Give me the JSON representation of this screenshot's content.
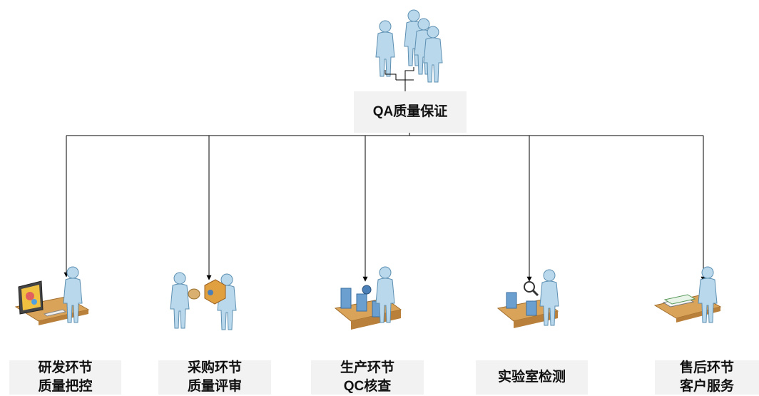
{
  "root": {
    "label": "QA质量保证",
    "icon": "team-icon"
  },
  "children": [
    {
      "line1": "研发环节",
      "line2": "质量把控",
      "icon": "designer-icon"
    },
    {
      "line1": "采购环节",
      "line2": "质量评审",
      "icon": "procurement-icon"
    },
    {
      "line1": "生产环节",
      "line2": "QC核查",
      "icon": "production-line-icon"
    },
    {
      "line1": "实验室检测",
      "line2": "",
      "icon": "lab-inspection-icon"
    },
    {
      "line1": "售后环节",
      "line2": "客户服务",
      "icon": "customer-service-icon"
    }
  ],
  "colors": {
    "box": "#f2f2f2",
    "line": "#000000",
    "person": "#b9d8ec",
    "wood": "#d9a35a"
  }
}
